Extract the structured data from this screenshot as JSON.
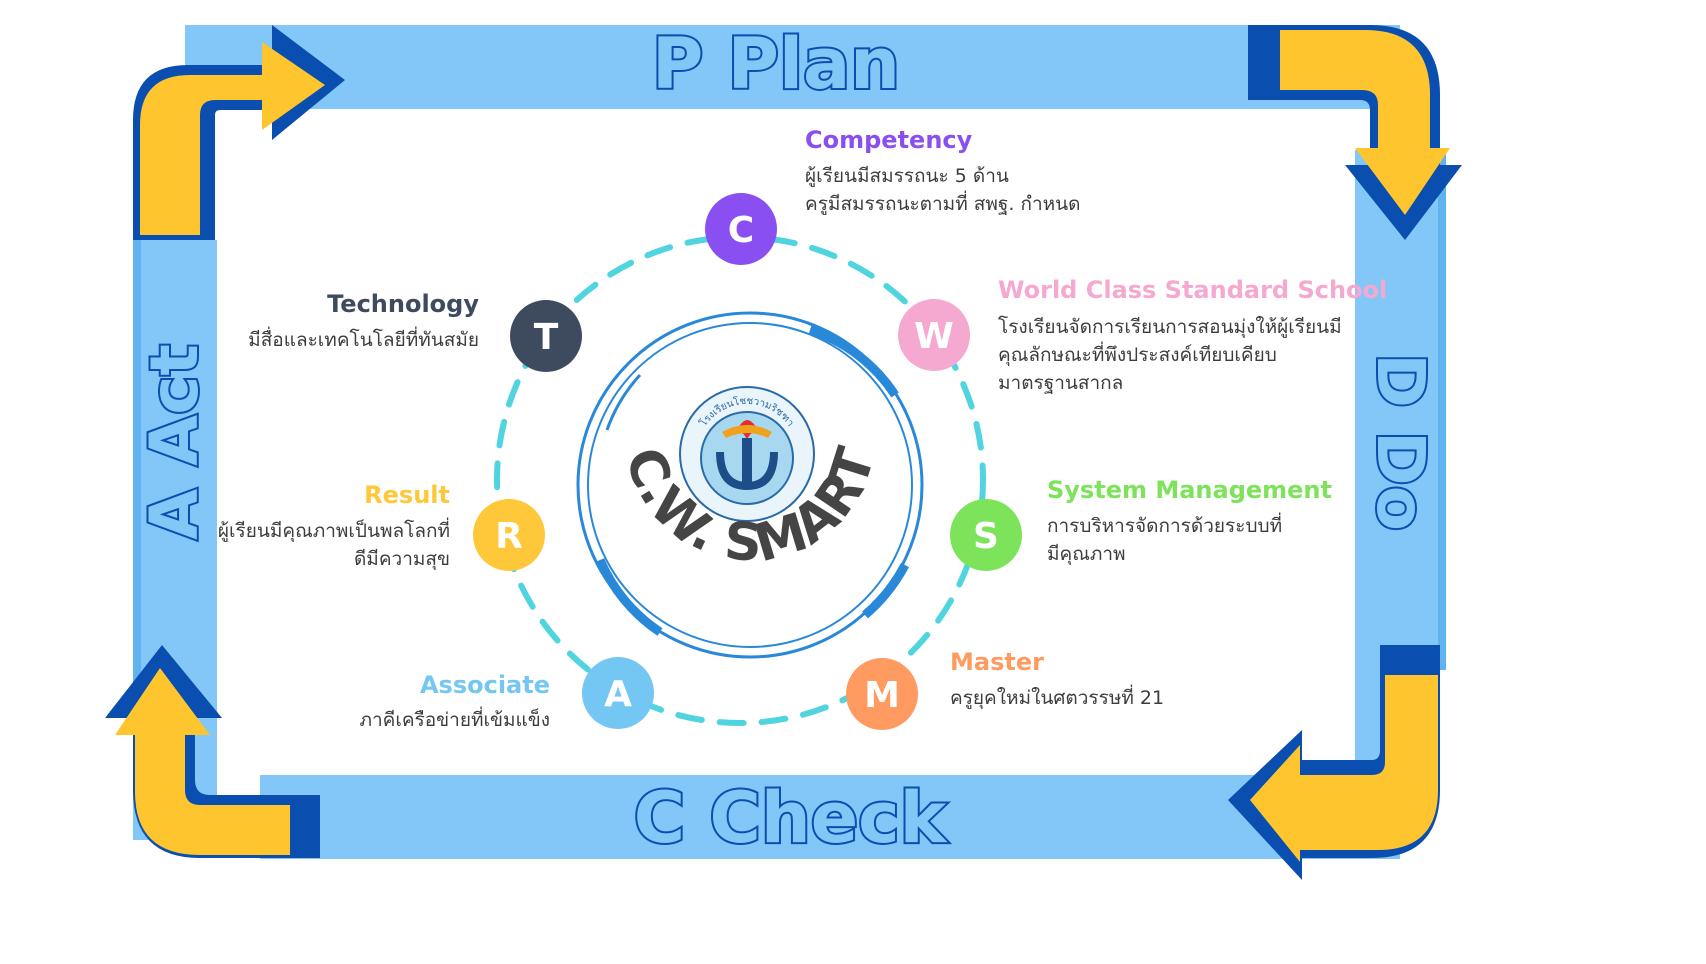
{
  "pdca": {
    "plan": "P Plan",
    "do": "D Do",
    "check": "C Check",
    "act": "A Act"
  },
  "center": {
    "title": "C.W. SMART",
    "logo_text": "โรงเรียนโชชวามริชฑา"
  },
  "nodes": [
    {
      "letter": "C",
      "title": "Competency",
      "desc": [
        "ผู้เรียนมีสมรรถนะ 5 ด้าน",
        "ครูมีสมรรถนะตามที่ สพฐ. กำหนด"
      ],
      "color": "#8a4ff0"
    },
    {
      "letter": "W",
      "title": "World Class Standard School",
      "desc": [
        "โรงเรียนจัดการเรียนการสอนมุ่งให้ผู้เรียนมี",
        "คุณลักษณะที่พึงประสงค์เทียบเคียบ",
        "มาตรฐานสากล"
      ],
      "color": "#f5a8d0"
    },
    {
      "letter": "S",
      "title": "System Management",
      "desc": [
        "การบริหารจัดการด้วยระบบที่",
        "มีคุณภาพ"
      ],
      "color": "#7ce35a"
    },
    {
      "letter": "M",
      "title": "Master",
      "desc": [
        "ครูยุคใหม่ในศตวรรษที่ 21"
      ],
      "color": "#ff9a60"
    },
    {
      "letter": "A",
      "title": "Associate",
      "desc": [
        "ภาคีเครือข่ายที่เข้มแข็ง"
      ],
      "color": "#74c7f2"
    },
    {
      "letter": "R",
      "title": "Result",
      "desc": [
        "ผู้เรียนมีคุณภาพเป็นพลโลกที่",
        "ดีมีความสุข"
      ],
      "color": "#ffc83a"
    },
    {
      "letter": "T",
      "title": "Technology",
      "desc": [
        "มีสื่อและเทคโนโลยีที่ทันสมัย"
      ],
      "color": "#3e4a5e"
    }
  ],
  "colors": {
    "frame_light": "#82c7f7",
    "frame_dark": "#0a4eb0",
    "arrow_yellow": "#ffc52e",
    "dash_ring": "#4fd4e0",
    "center_ring": "#2a88d8"
  }
}
